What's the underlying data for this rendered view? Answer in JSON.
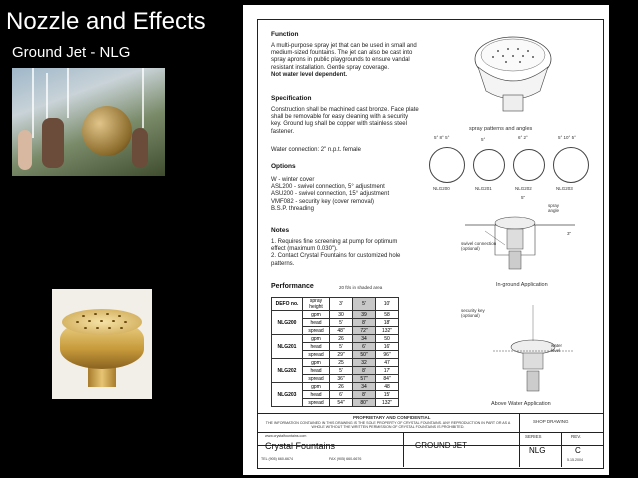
{
  "slide": {
    "title": "Nozzle and Effects",
    "subtitle": "Ground Jet - NLG"
  },
  "sheet": {
    "function_h": "Function",
    "function_text": [
      "A multi-purpose spray jet that can be used in small and",
      "medium-sized fountains. The jet can also be cast into",
      "spray aprons in public playgrounds to ensure vandal",
      "resistant installation. Gentle spray coverage."
    ],
    "function_bold": "Not water level dependent.",
    "spec_h": "Specification",
    "spec_text": [
      "Construction shall be machined cast bronze. Face plate",
      "shall be removable for easy cleaning with a security",
      "key. Ground lug shall be copper with stainless steel",
      "fastener."
    ],
    "water_conn": "Water connection: 2\" n.p.t. female",
    "options_h": "Options",
    "options": [
      "W - winter cover",
      "ASL200 - swivel connection, 5° adjustment",
      "ASU200 - swivel connection, 15° adjustment",
      "VMF082 - security key (cover removal)",
      "B.S.P. threading"
    ],
    "notes_h": "Notes",
    "notes": [
      "1. Requires fine screening at pump for optimum",
      "   effect (maximum 0.030\").",
      "2. Contact Crystal Fountains for customized hole",
      "   patterns."
    ],
    "perf_h": "Performance",
    "perf_note": "20 ft/s in shaded area",
    "table_head": [
      "DEFO no.",
      "spray height",
      "3'",
      "5'",
      "10'"
    ],
    "table_rows": [
      {
        "model": "NLG200",
        "rows": [
          [
            "gpm",
            "30",
            "39",
            "58"
          ],
          [
            "head",
            "5'",
            "8'",
            "18'"
          ],
          [
            "spread",
            "48\"",
            "72\"",
            "132\""
          ]
        ]
      },
      {
        "model": "NLG201",
        "rows": [
          [
            "gpm",
            "26",
            "34",
            "50"
          ],
          [
            "head",
            "5'",
            "6'",
            "16'"
          ],
          [
            "spread",
            "29\"",
            "50\"",
            "96\""
          ]
        ]
      },
      {
        "model": "NLG202",
        "rows": [
          [
            "gpm",
            "25",
            "32",
            "47"
          ],
          [
            "head",
            "5'",
            "8'",
            "17'"
          ],
          [
            "spread",
            "36\"",
            "57\"",
            "84\""
          ]
        ]
      },
      {
        "model": "NLG203",
        "rows": [
          [
            "gpm",
            "26",
            "34",
            "48"
          ],
          [
            "head",
            "6'",
            "8'",
            "15'"
          ],
          [
            "spread",
            "54\"",
            "80\"",
            "132\""
          ]
        ]
      }
    ],
    "patterns_label": "spray patterns and angles",
    "angles": [
      "5° 8° 5°",
      "5°",
      "6° 2°",
      "5° 10° 5°"
    ],
    "models": [
      "NLG200",
      "NLG201",
      "NLG202",
      "NLG203"
    ],
    "dims": [
      "5\"",
      "spray angle",
      "3\""
    ],
    "labels": {
      "swivel": "swivel connection (optional)",
      "inground": "In-ground Application",
      "key": "security key (optional)",
      "water": "water level",
      "above": "Above Water Application"
    },
    "titleblock": {
      "prop": "PROPRIETARY AND CONFIDENTIAL",
      "prop_text": "THE INFORMATION CONTAINED IN THIS DRAWING IS THE SOLE PROPERTY OF CRYSTAL FOUNTAINS. ANY REPRODUCTION IN PART OR AS A WHOLE WITHOUT THE WRITTEN PERMISSION OF CRYSTAL FOUNTAINS IS PROHIBITED.",
      "shop": "SHOP DRAWING",
      "company": "Crystal Fountains",
      "name": "GROUND JET",
      "series_label": "SERIES",
      "series": "NLG",
      "rev_label": "REV.",
      "rev": "C",
      "web": "www.crystalfountains.com",
      "tel": "TEL (905) 660-6674",
      "fax": "FAX (905) 660-6676",
      "date": "5.15.2004"
    }
  }
}
